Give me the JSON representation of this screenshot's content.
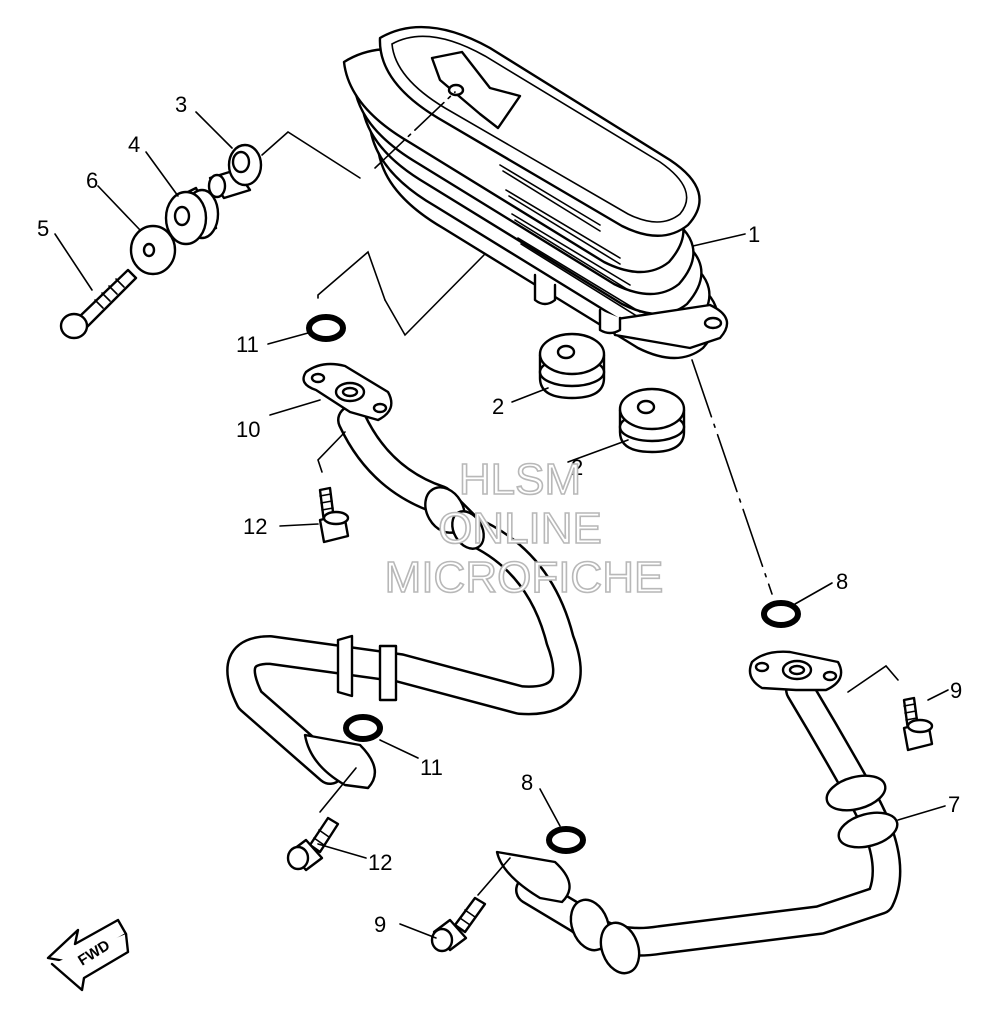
{
  "callouts": {
    "c1": "1",
    "c2a": "2",
    "c2b": "2",
    "c3": "3",
    "c4": "4",
    "c5": "5",
    "c6": "6",
    "c7": "7",
    "c8a": "8",
    "c8b": "8",
    "c9a": "9",
    "c9b": "9",
    "c10": "10",
    "c11a": "11",
    "c11b": "11",
    "c12a": "12",
    "c12b": "12"
  },
  "watermark": {
    "line1": "HLSM",
    "line2": "ONLINE",
    "line3": "MICROFICHE"
  },
  "fwd_label": "FWD",
  "colors": {
    "line": "#000000",
    "background": "#ffffff",
    "watermark": "#b8b8b8"
  }
}
